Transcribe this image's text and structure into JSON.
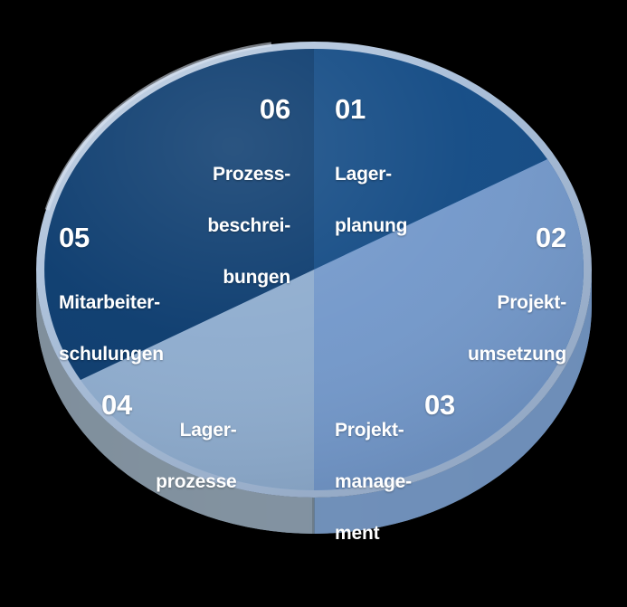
{
  "figure": {
    "type": "3d-pie-diagram",
    "background_color": "#000000",
    "segment_count": 6,
    "equal_segments": true
  },
  "chart_data": {
    "type": "pie",
    "title": "",
    "subtitle": "",
    "xlabel": "",
    "ylabel": "",
    "legend_position": "none",
    "grid": false,
    "categories": [
      "Lager-planung",
      "Projekt-umsetzung",
      "Projekt-management",
      "Lager-prozesse",
      "Mitarbeiter-schulungen",
      "Prozess-beschreibungen"
    ],
    "values": [
      16.67,
      16.67,
      16.67,
      16.67,
      16.67,
      16.67
    ],
    "labels": [
      "01",
      "02",
      "03",
      "04",
      "05",
      "06"
    ],
    "colors": [
      "#124A84",
      "#1C63A6",
      "#7398CA",
      "#8EACCE",
      "#9EBADE",
      "#0B3B6E"
    ]
  },
  "segments": [
    {
      "number": "01",
      "title_line1": "Lager-",
      "title_line2": "planung",
      "title_line3": "",
      "color": "#124A84",
      "side_color": "#0D3A68",
      "start_angle": 0,
      "end_angle": 60,
      "number_position": "above-left"
    },
    {
      "number": "02",
      "title_line1": "Projekt-",
      "title_line2": "umsetzung",
      "title_line3": "",
      "color": "#1C63A6",
      "side_color": "#164F86",
      "start_angle": 60,
      "end_angle": 120,
      "number_position": "above-right"
    },
    {
      "number": "03",
      "title_line1": "Projekt-",
      "title_line2": "manage-",
      "title_line3": "ment",
      "color": "#7398CA",
      "side_color": "#5A7CA8",
      "start_angle": 120,
      "end_angle": 180,
      "number_position": "inline-right"
    },
    {
      "number": "04",
      "title_line1": "Lager-",
      "title_line2": "prozesse",
      "title_line3": "",
      "color": "#8EACCE",
      "side_color": "#7C93A5",
      "start_angle": 180,
      "end_angle": 240,
      "number_position": "inline-left"
    },
    {
      "number": "05",
      "title_line1": "Mitarbeiter-",
      "title_line2": "schulungen",
      "title_line3": "",
      "color": "#9EBADE",
      "side_color": "#8496A3",
      "start_angle": 240,
      "end_angle": 300,
      "number_position": "above-left"
    },
    {
      "number": "06",
      "title_line1": "Prozess-",
      "title_line2": "beschrei-",
      "title_line3": "bungen",
      "color": "#0B3B6E",
      "side_color": "#082D55",
      "start_angle": 300,
      "end_angle": 360,
      "number_position": "above-right"
    }
  ],
  "rim": {
    "outer_ring_color": "#A8BCD6",
    "left_side_color": "#7E8C99",
    "right_side_color": "#6E8EB8",
    "highlight_color": "#C3D2E4"
  }
}
